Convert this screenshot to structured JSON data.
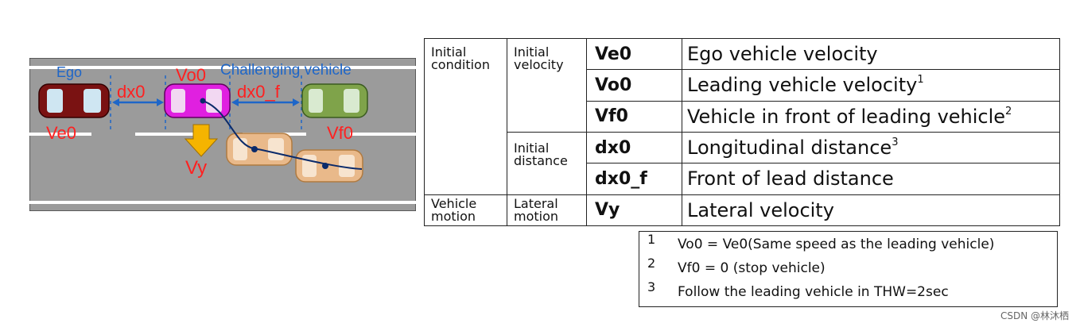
{
  "diagram": {
    "labels": {
      "ego": "Ego",
      "challenging": "Challenging vehicle",
      "vo0": "Vo0",
      "dx0": "dx0",
      "dx0_f": "dx0_f",
      "ve0": "Ve0",
      "vf0": "Vf0",
      "vy": "Vy"
    },
    "colors": {
      "road": "#9b9b9b",
      "lane_marking": "#ffffff",
      "ego_car": "#7a1212",
      "lead_car": "#e020e0",
      "front_car": "#7fa34a",
      "ghost_car": "#e9b98a",
      "label_red": "#ff2020",
      "label_blue": "#1e66c8",
      "arrow_yellow": "#f5b400",
      "trajectory": "#0a2a6a"
    }
  },
  "table": {
    "rows": [
      {
        "cat": "Initial\ncondition",
        "sub": "Initial\nvelocity",
        "sym": "Ve0",
        "desc": "Ego vehicle velocity",
        "sup": ""
      },
      {
        "sym": "Vo0",
        "desc": "Leading vehicle velocity",
        "sup": "1"
      },
      {
        "sym": "Vf0",
        "desc": "Vehicle in front of leading vehicle",
        "sup": "2"
      },
      {
        "sub": "Initial\ndistance",
        "sym": "dx0",
        "desc": "Longitudinal distance",
        "sup": "3"
      },
      {
        "sym": "dx0_f",
        "desc": "Front of lead distance",
        "sup": ""
      },
      {
        "cat": "Vehicle\nmotion",
        "sub": "Lateral\nmotion",
        "sym": "Vy",
        "desc": "Lateral velocity",
        "sup": ""
      }
    ]
  },
  "notes": [
    {
      "num": "1",
      "text": "Vo0 = Ve0(Same speed as the leading vehicle)"
    },
    {
      "num": "2",
      "text": "Vf0 = 0 (stop vehicle)"
    },
    {
      "num": "3",
      "text": "Follow the leading vehicle in THW=2sec"
    }
  ],
  "watermark": "CSDN @林沐栖"
}
